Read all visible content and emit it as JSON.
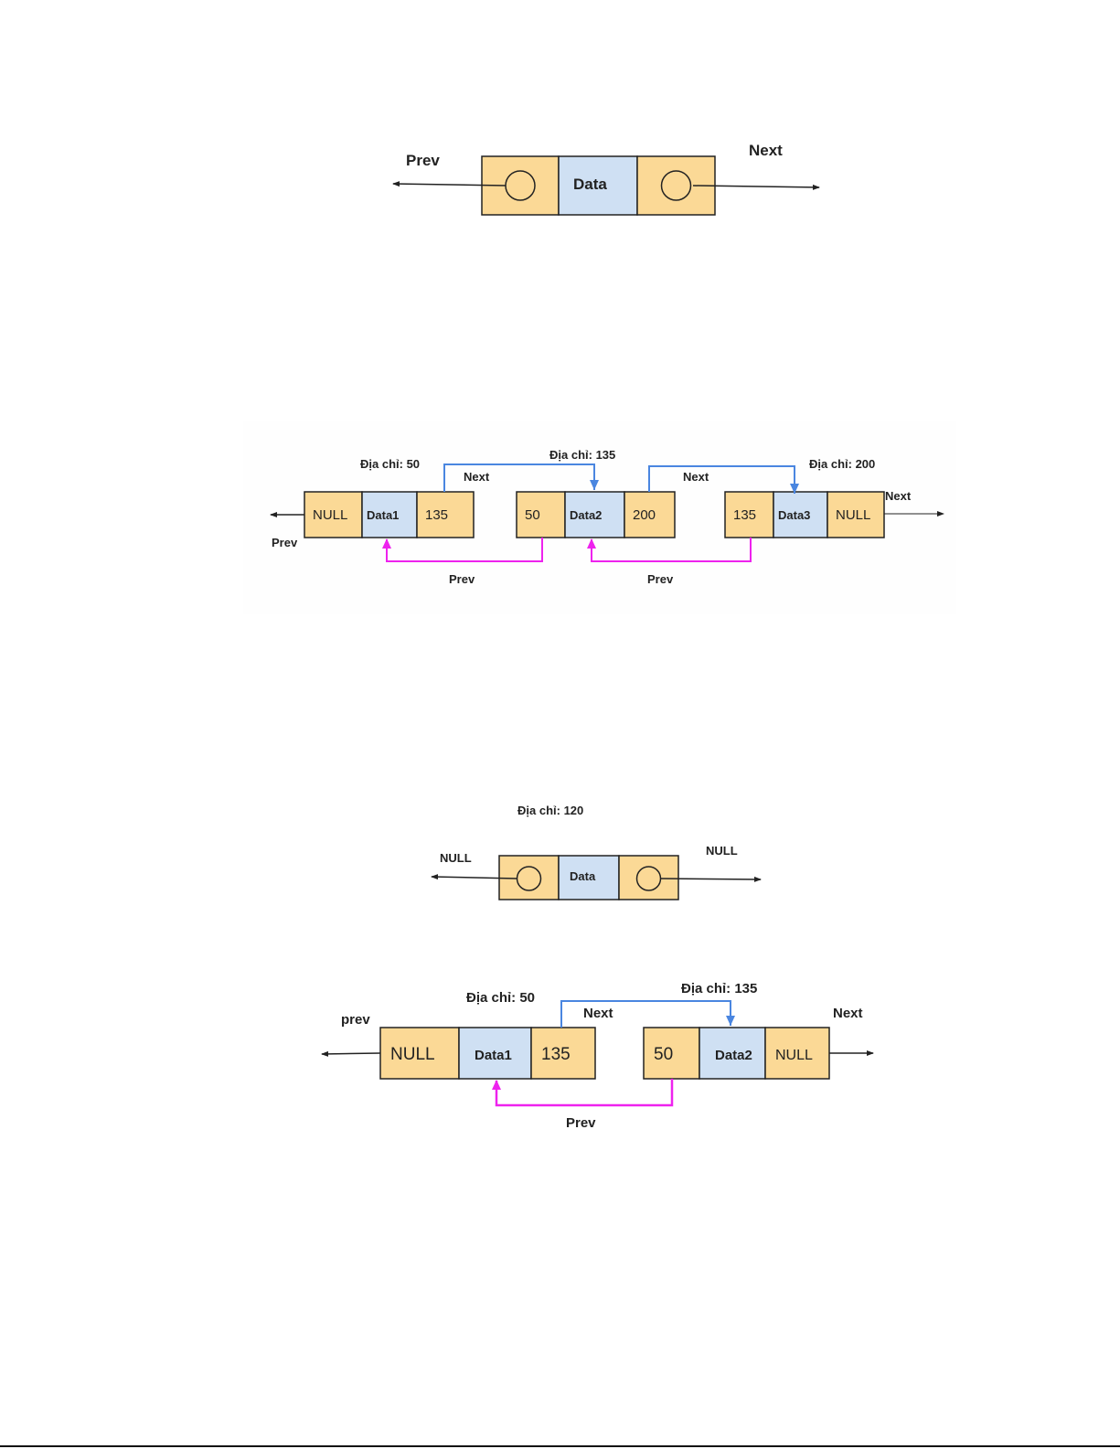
{
  "colors": {
    "pointer_cell": "#fbd996",
    "data_cell": "#cfe0f3",
    "border": "#222222",
    "next_link": "#4a86e0",
    "prev_link": "#ee22ee",
    "arrow": "#222222"
  },
  "figures": [
    {
      "id": "node-structure",
      "labels": {
        "left": "Prev",
        "right": "Next"
      },
      "node": {
        "cells": [
          {
            "kind": "pointer",
            "icon": "circle"
          },
          {
            "kind": "data",
            "text": "Data"
          },
          {
            "kind": "pointer",
            "icon": "circle"
          }
        ]
      }
    },
    {
      "id": "three-node-list",
      "nodes": [
        {
          "address_label": "Địa chỉ: 50",
          "cells": [
            "NULL",
            "Data1",
            "135"
          ]
        },
        {
          "address_label": "Địa chỉ: 135",
          "cells": [
            "50",
            "Data2",
            "200"
          ]
        },
        {
          "address_label": "Địa chỉ: 200",
          "cells": [
            "135",
            "Data3",
            "NULL"
          ]
        }
      ],
      "next_labels": [
        "Next",
        "Next",
        "Next"
      ],
      "prev_labels": [
        "Prev",
        "Prev",
        "Prev"
      ]
    },
    {
      "id": "single-node",
      "address_label": "Địa chỉ: 120",
      "labels": {
        "left": "NULL",
        "right": "NULL"
      },
      "node": {
        "cells": [
          {
            "kind": "pointer",
            "icon": "circle"
          },
          {
            "kind": "data",
            "text": "Data"
          },
          {
            "kind": "pointer",
            "icon": "circle"
          }
        ]
      }
    },
    {
      "id": "two-node-list",
      "nodes": [
        {
          "address_label": "Địa chỉ: 50",
          "cells": [
            "NULL",
            "Data1",
            "135"
          ]
        },
        {
          "address_label": "Địa chỉ: 135",
          "cells": [
            "50",
            "Data2",
            "NULL"
          ]
        }
      ],
      "left_label": "prev",
      "next_labels": [
        "Next",
        "Next"
      ],
      "prev_label": "Prev"
    }
  ]
}
